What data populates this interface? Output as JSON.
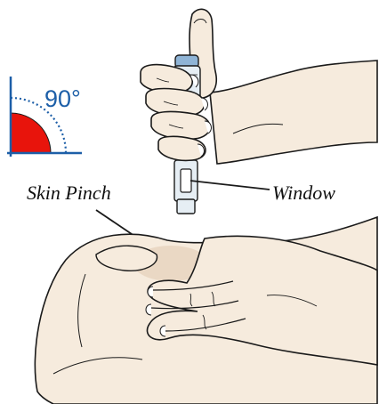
{
  "angle_label": "90°",
  "labels": {
    "skin_pinch": "Skin Pinch",
    "window": "Window"
  },
  "colors": {
    "angle_fill": "#e8140c",
    "angle_stroke": "#1d5fa8",
    "skin": "#f6ebdd",
    "skin_shadow": "#ead8c4",
    "outline": "#1a1a1a",
    "pen_blue": "#8fb4d6",
    "pen_body": "#e6eef4"
  }
}
